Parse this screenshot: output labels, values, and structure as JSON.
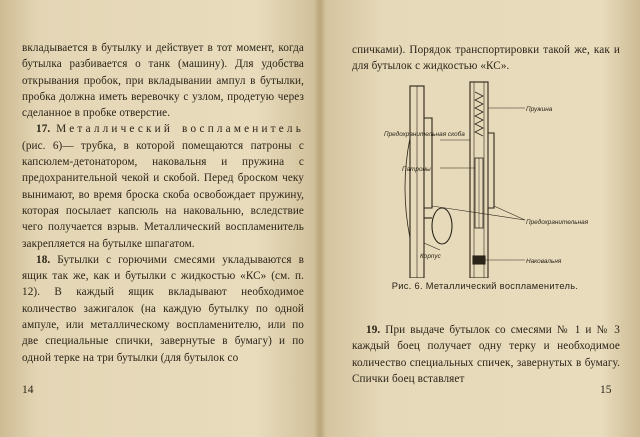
{
  "left_page": {
    "paragraphs": [
      "вкладывается в бутылку и действует в тот момент, когда бутылка разбивается о танк (машину). Для удобства открывания пробок, при вкладывании ампул в бутылки, пробка должна иметь веревочку с узлом, продетую через сделанное в пробке отверстие.",
      "— трубка, в которой помещаются патроны с капсюлем-детонатором, наковальня и пружина с предохранительной чекой и скобой. Перед броском чеку вынимают, во время броска скоба освобождает пружину, которая посылает капсюль на наковальню, вследствие чего получается взрыв. Металлический воспламенитель закрепляется на бутылке шпагатом.",
      "Бутылки с горючими смесями укладываются в ящик так же, как и бутылки с жидкостью «КС» (см. п. 12). В каждый ящик вкладывают необходимое количество зажигалок (на каждую бутылку по одной ампуле, или металлическому воспламенителю, или по две специальные спички, завернутые в бумагу) и по одной терке на три бутылки (для бутылок со"
    ],
    "item17_number": "17.",
    "item17_heading": "Металлический воспламенитель",
    "item17_ref": "(рис. 6)",
    "item18_number": "18.",
    "page_number": "14"
  },
  "right_page": {
    "top_text": "спичками). Порядок транспортировки такой же, как и для бутылок с жидкостью «КС».",
    "figure": {
      "labels": {
        "spring": "Пружина",
        "safety_bracket": "Предохранительная скоба",
        "cartridges": "Патроны",
        "safety_pin": "Предохранительная чека",
        "body": "Корпус",
        "anvil": "Наковальня"
      },
      "caption": "Рис. 6. Металлический воспламенитель."
    },
    "item19_number": "19.",
    "item19_text": "При выдаче бутылок со смесями № 1 и № 3 каждый боец получает одну терку и необходимое количество специальных спичек, завернутых в бумагу. Спички боец вставляет",
    "page_number": "15"
  }
}
